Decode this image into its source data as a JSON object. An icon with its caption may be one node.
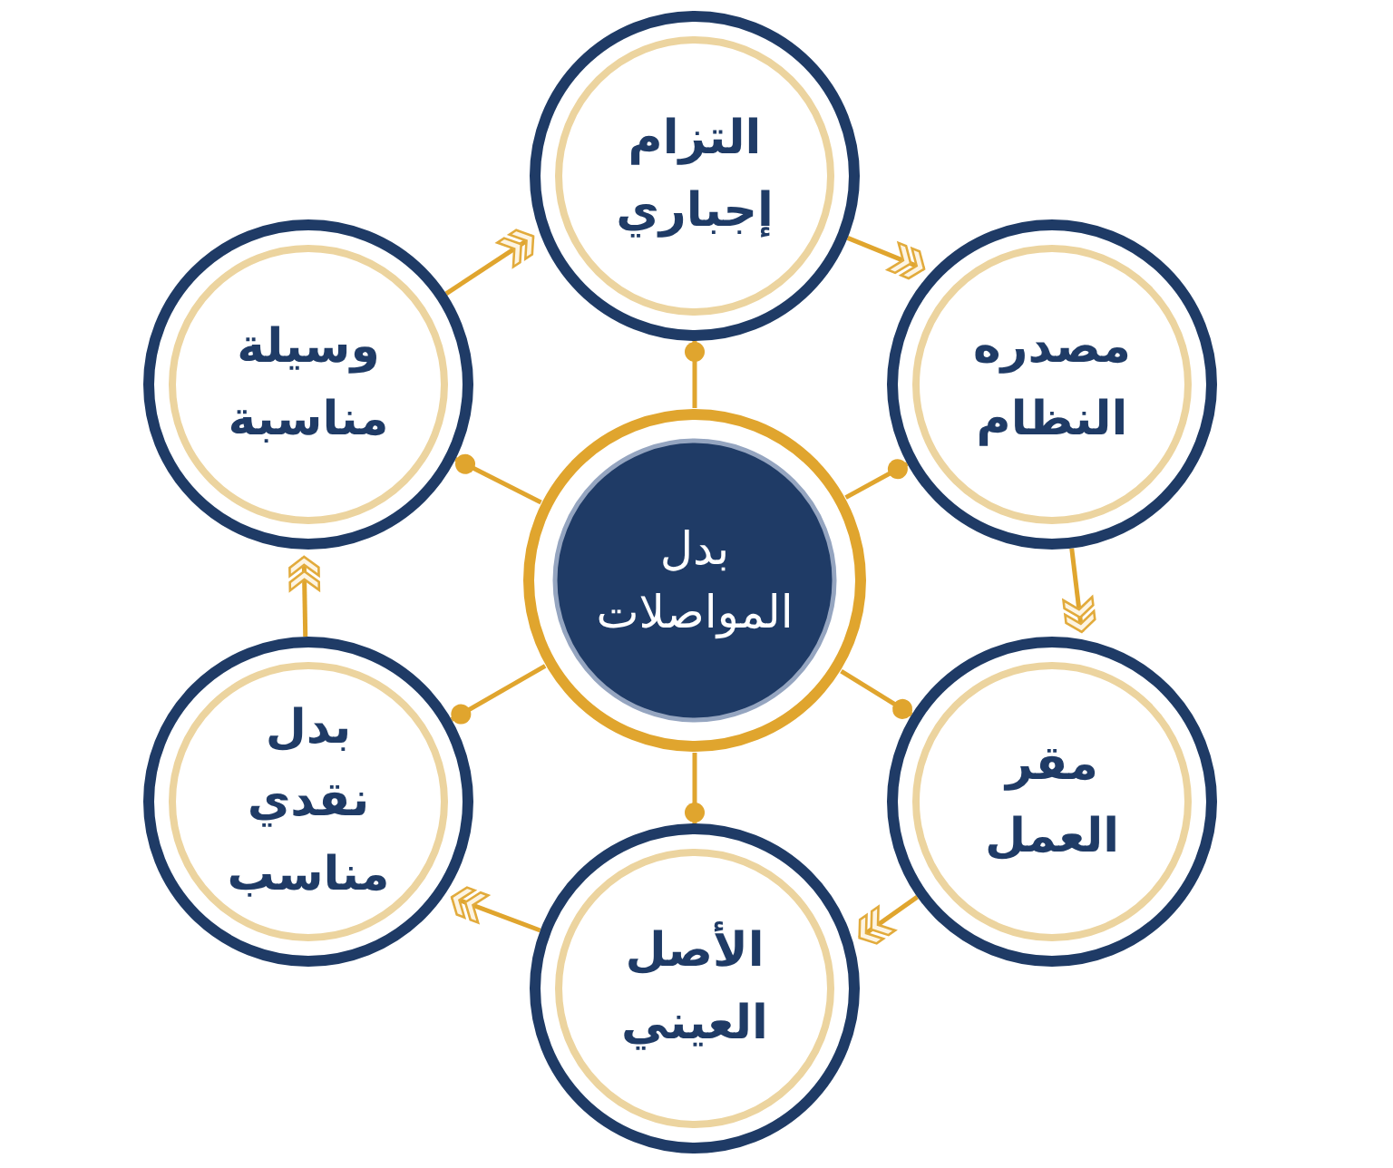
{
  "diagram": {
    "nodes": [
      {
        "text": [
          "بدل المواصلات"
        ]
      },
      {
        "text": [
          "التزام إجباري"
        ]
      },
      {
        "text": [
          "مصدره النظام"
        ]
      },
      {
        "text": [
          "مقر العمل"
        ]
      },
      {
        "text": [
          "الأصل العيني"
        ]
      },
      {
        "text": [
          "بدل نقدي مناسب"
        ]
      },
      {
        "text": [
          "وسيلة مناسبة"
        ]
      }
    ],
    "edges": [
      {
        "from": 0,
        "to": 1,
        "arrow": "other"
      },
      {
        "from": 0,
        "to": 2,
        "arrow": "other"
      },
      {
        "from": 0,
        "to": 3,
        "arrow": "other"
      },
      {
        "from": 0,
        "to": 4,
        "arrow": "other"
      },
      {
        "from": 0,
        "to": 5,
        "arrow": "other"
      },
      {
        "from": 0,
        "to": 6,
        "arrow": "other"
      },
      {
        "from": 1,
        "to": 2,
        "arrow": "to"
      },
      {
        "from": 2,
        "to": 3,
        "arrow": "to"
      },
      {
        "from": 3,
        "to": 4,
        "arrow": "to"
      },
      {
        "from": 4,
        "to": 5,
        "arrow": "to"
      },
      {
        "from": 5,
        "to": 6,
        "arrow": "to"
      },
      {
        "from": 6,
        "to": 1,
        "arrow": "to"
      }
    ]
  }
}
